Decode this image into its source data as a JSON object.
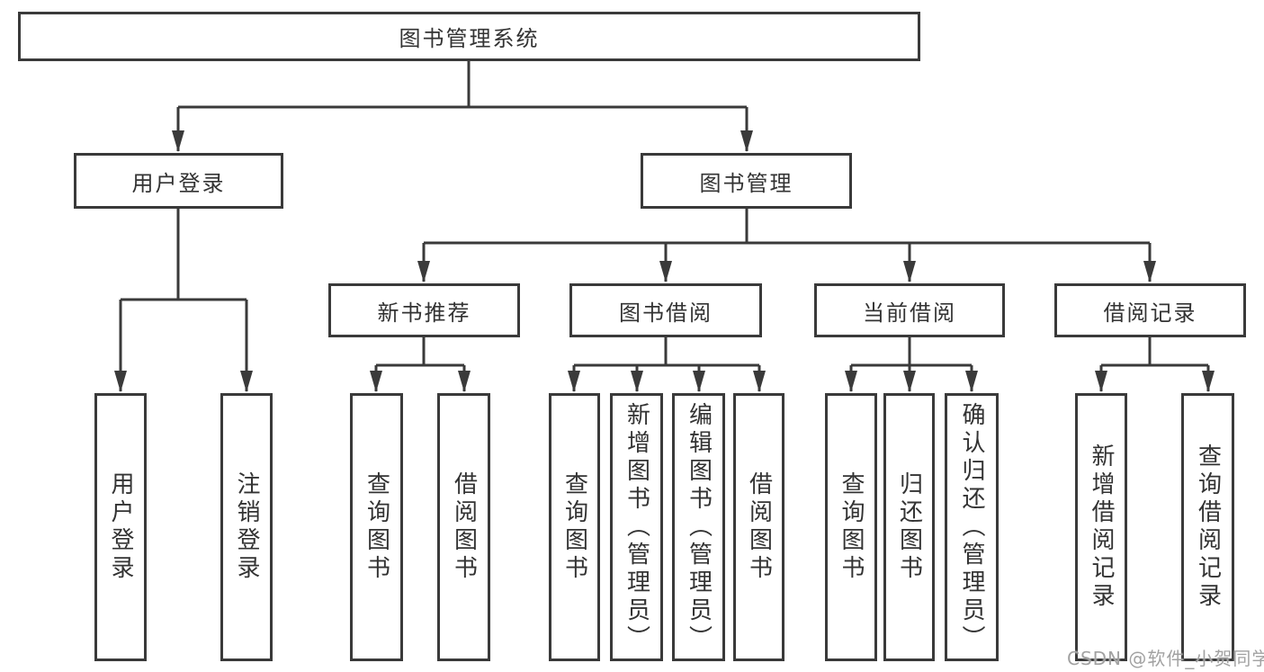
{
  "diagram": {
    "root": "图书管理系统",
    "branches": {
      "user_login": "用户登录",
      "book_management": "图书管理"
    },
    "modules": {
      "new_book_recommend": "新书推荐",
      "book_borrow": "图书借阅",
      "current_borrow": "当前借阅",
      "borrow_record": "借阅记录"
    },
    "leaves": {
      "login_user_login": "用户登录",
      "login_logout": "注销登录",
      "recommend_query_book": "查询图书",
      "recommend_borrow_book": "借阅图书",
      "borrow_query_book": "查询图书",
      "borrow_add_book_admin": "新增图书（管理员）",
      "borrow_edit_book_admin": "编辑图书（管理员）",
      "borrow_borrow_book": "借阅图书",
      "current_query_book": "查询图书",
      "current_return_book": "归还图书",
      "current_confirm_return_admin": "确认归还（管理员）",
      "record_add_record": "新增借阅记录",
      "record_query_record": "查询借阅记录"
    }
  },
  "watermark": "CSDN @软件_小贺同学",
  "colors": {
    "line": "#3a3a3a",
    "text": "#333333",
    "background": "#ffffff",
    "watermark": "#a2a2a2"
  }
}
